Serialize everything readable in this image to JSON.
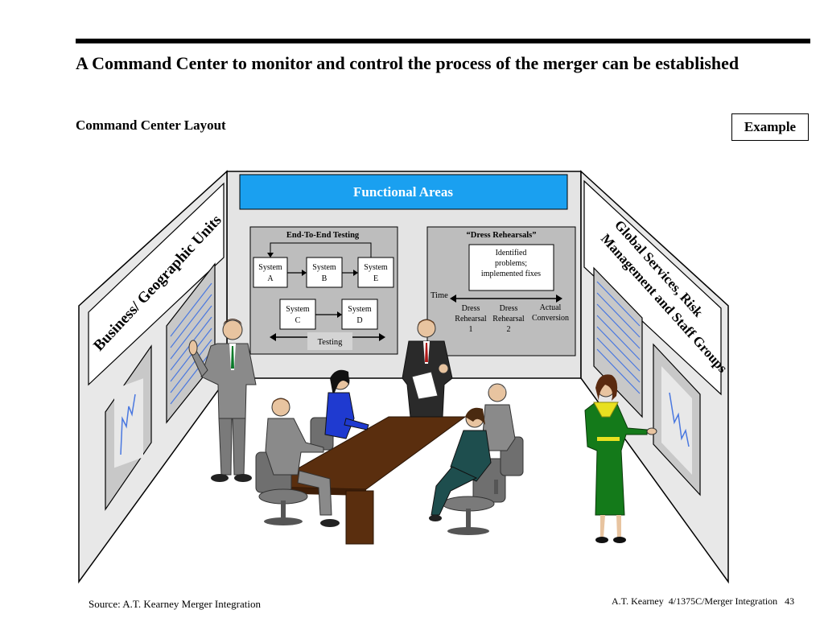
{
  "header": {
    "title": "A Command Center to monitor and control the process of the merger can be established",
    "subtitle": "Command Center Layout",
    "tag": "Example"
  },
  "room": {
    "left_wall_label": "Business/ Geographic Units",
    "right_wall_label_line1": "Global Services, Risk",
    "right_wall_label_line2": "Management and Staff Groups",
    "banner": "Functional Areas",
    "testing_panel": {
      "title": "End-To-End Testing",
      "systems": [
        {
          "line1": "System",
          "line2": "A"
        },
        {
          "line1": "System",
          "line2": "B"
        },
        {
          "line1": "System",
          "line2": "E"
        },
        {
          "line1": "System",
          "line2": "C"
        },
        {
          "line1": "System",
          "line2": "D"
        }
      ],
      "arrow_label": "Testing"
    },
    "rehearsal_panel": {
      "title": "“Dress Rehearsals”",
      "box_line1": "Identified",
      "box_line2": "problems;",
      "box_line3": "implemented fixes",
      "time_label": "Time",
      "dr1_line1": "Dress",
      "dr1_line2": "Rehearsal",
      "dr1_line3": "1",
      "dr2_line1": "Dress",
      "dr2_line2": "Rehearsal",
      "dr2_line3": "2",
      "actual_line1": "Actual",
      "actual_line2": "Conversion"
    }
  },
  "colors": {
    "banner_blue": "#1aa0f0",
    "wall_gray": "#e4e4e4",
    "panel_gray": "#bdbdbd",
    "table_brown": "#5a2e0e",
    "chart_line_blue": "#4a78e0"
  },
  "footer": {
    "source": "Source:  A.T. Kearney Merger Integration",
    "page_ref": "A.T. Kearney  4/1375C/Merger Integration   43"
  }
}
